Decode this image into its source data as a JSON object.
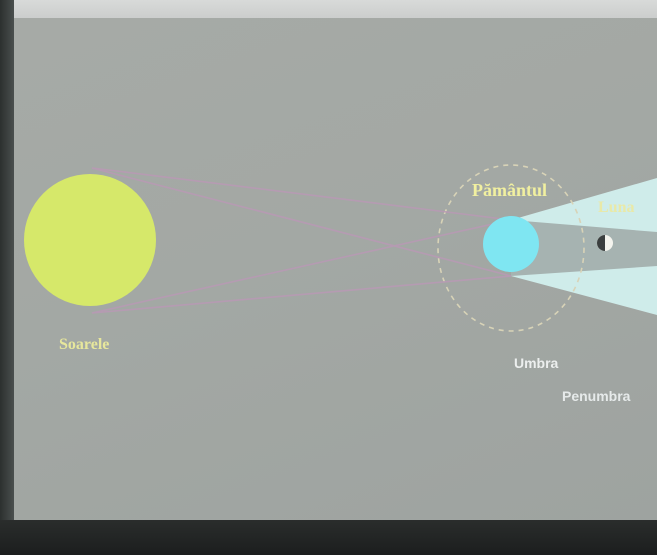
{
  "diagram": {
    "labels": {
      "sun": "Soarele",
      "earth": "Pământul",
      "moon": "Luna",
      "umbra": "Umbra",
      "penumbra": "Penumbra"
    },
    "colors": {
      "sun": "#d6e86a",
      "earth": "#7fe6f2",
      "umbra_cone": "#a6b3b1",
      "penumbra_cone": "#d2efee",
      "rays": "#b89ab4",
      "orbit": "#d8d3b7"
    }
  }
}
